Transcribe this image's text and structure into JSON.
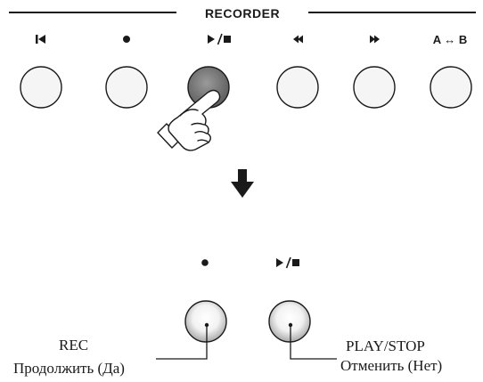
{
  "panel": {
    "section_label": "RECORDER",
    "buttons": [
      {
        "label": "",
        "icon": "skip-to-start-icon",
        "state": "normal"
      },
      {
        "label": "",
        "icon": "record-dot-icon",
        "state": "normal"
      },
      {
        "label": "",
        "icon": "play-stop-icon",
        "state": "pressed"
      },
      {
        "label": "",
        "icon": "rewind-icon",
        "state": "normal"
      },
      {
        "label": "",
        "icon": "fast-forward-icon",
        "state": "normal"
      },
      {
        "label": "A ↔ B",
        "icon": "ab-repeat-icon",
        "state": "normal"
      }
    ]
  },
  "step_arrow": {
    "icon": "arrow-down-icon"
  },
  "result": {
    "buttons": [
      {
        "icon": "record-dot-icon",
        "state": "flashing"
      },
      {
        "icon": "play-stop-icon",
        "state": "flashing"
      }
    ]
  },
  "captions": {
    "rec_title": "REC",
    "rec_action": "Продолжить (Да)",
    "play_title": "PLAY/STOP",
    "play_action": "Отменить (Нет)"
  },
  "colors": {
    "button_fill": "#f5f5f5",
    "button_pressed_fill": "#7a7a7a",
    "ink": "#1a1a1a"
  }
}
